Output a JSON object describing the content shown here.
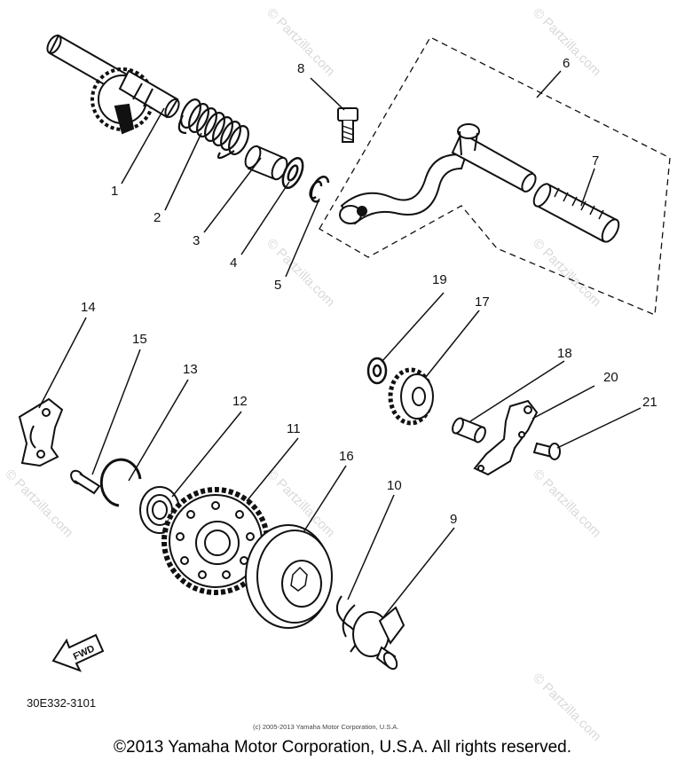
{
  "parts": [
    {
      "id": "p1",
      "num": "1"
    },
    {
      "id": "p2",
      "num": "2"
    },
    {
      "id": "p3",
      "num": "3"
    },
    {
      "id": "p4",
      "num": "4"
    },
    {
      "id": "p5",
      "num": "5"
    },
    {
      "id": "p6",
      "num": "6"
    },
    {
      "id": "p7",
      "num": "7"
    },
    {
      "id": "p8",
      "num": "8"
    },
    {
      "id": "p9",
      "num": "9"
    },
    {
      "id": "p10",
      "num": "10"
    },
    {
      "id": "p11",
      "num": "11"
    },
    {
      "id": "p12",
      "num": "12"
    },
    {
      "id": "p13",
      "num": "13"
    },
    {
      "id": "p14",
      "num": "14"
    },
    {
      "id": "p15",
      "num": "15"
    },
    {
      "id": "p16",
      "num": "16"
    },
    {
      "id": "p17",
      "num": "17"
    },
    {
      "id": "p18",
      "num": "18"
    },
    {
      "id": "p19",
      "num": "19"
    },
    {
      "id": "p20",
      "num": "20"
    },
    {
      "id": "p21",
      "num": "21"
    }
  ],
  "fwd_label": "FWD",
  "diagram_code": "30E332-3101",
  "small_copyright": "(c) 2005-2013 Yamaha Motor Corporation, U.S.A.",
  "copyright": "©2013 Yamaha Motor Corporation, U.S.A. All rights reserved.",
  "watermark": "© Partzilla.com"
}
